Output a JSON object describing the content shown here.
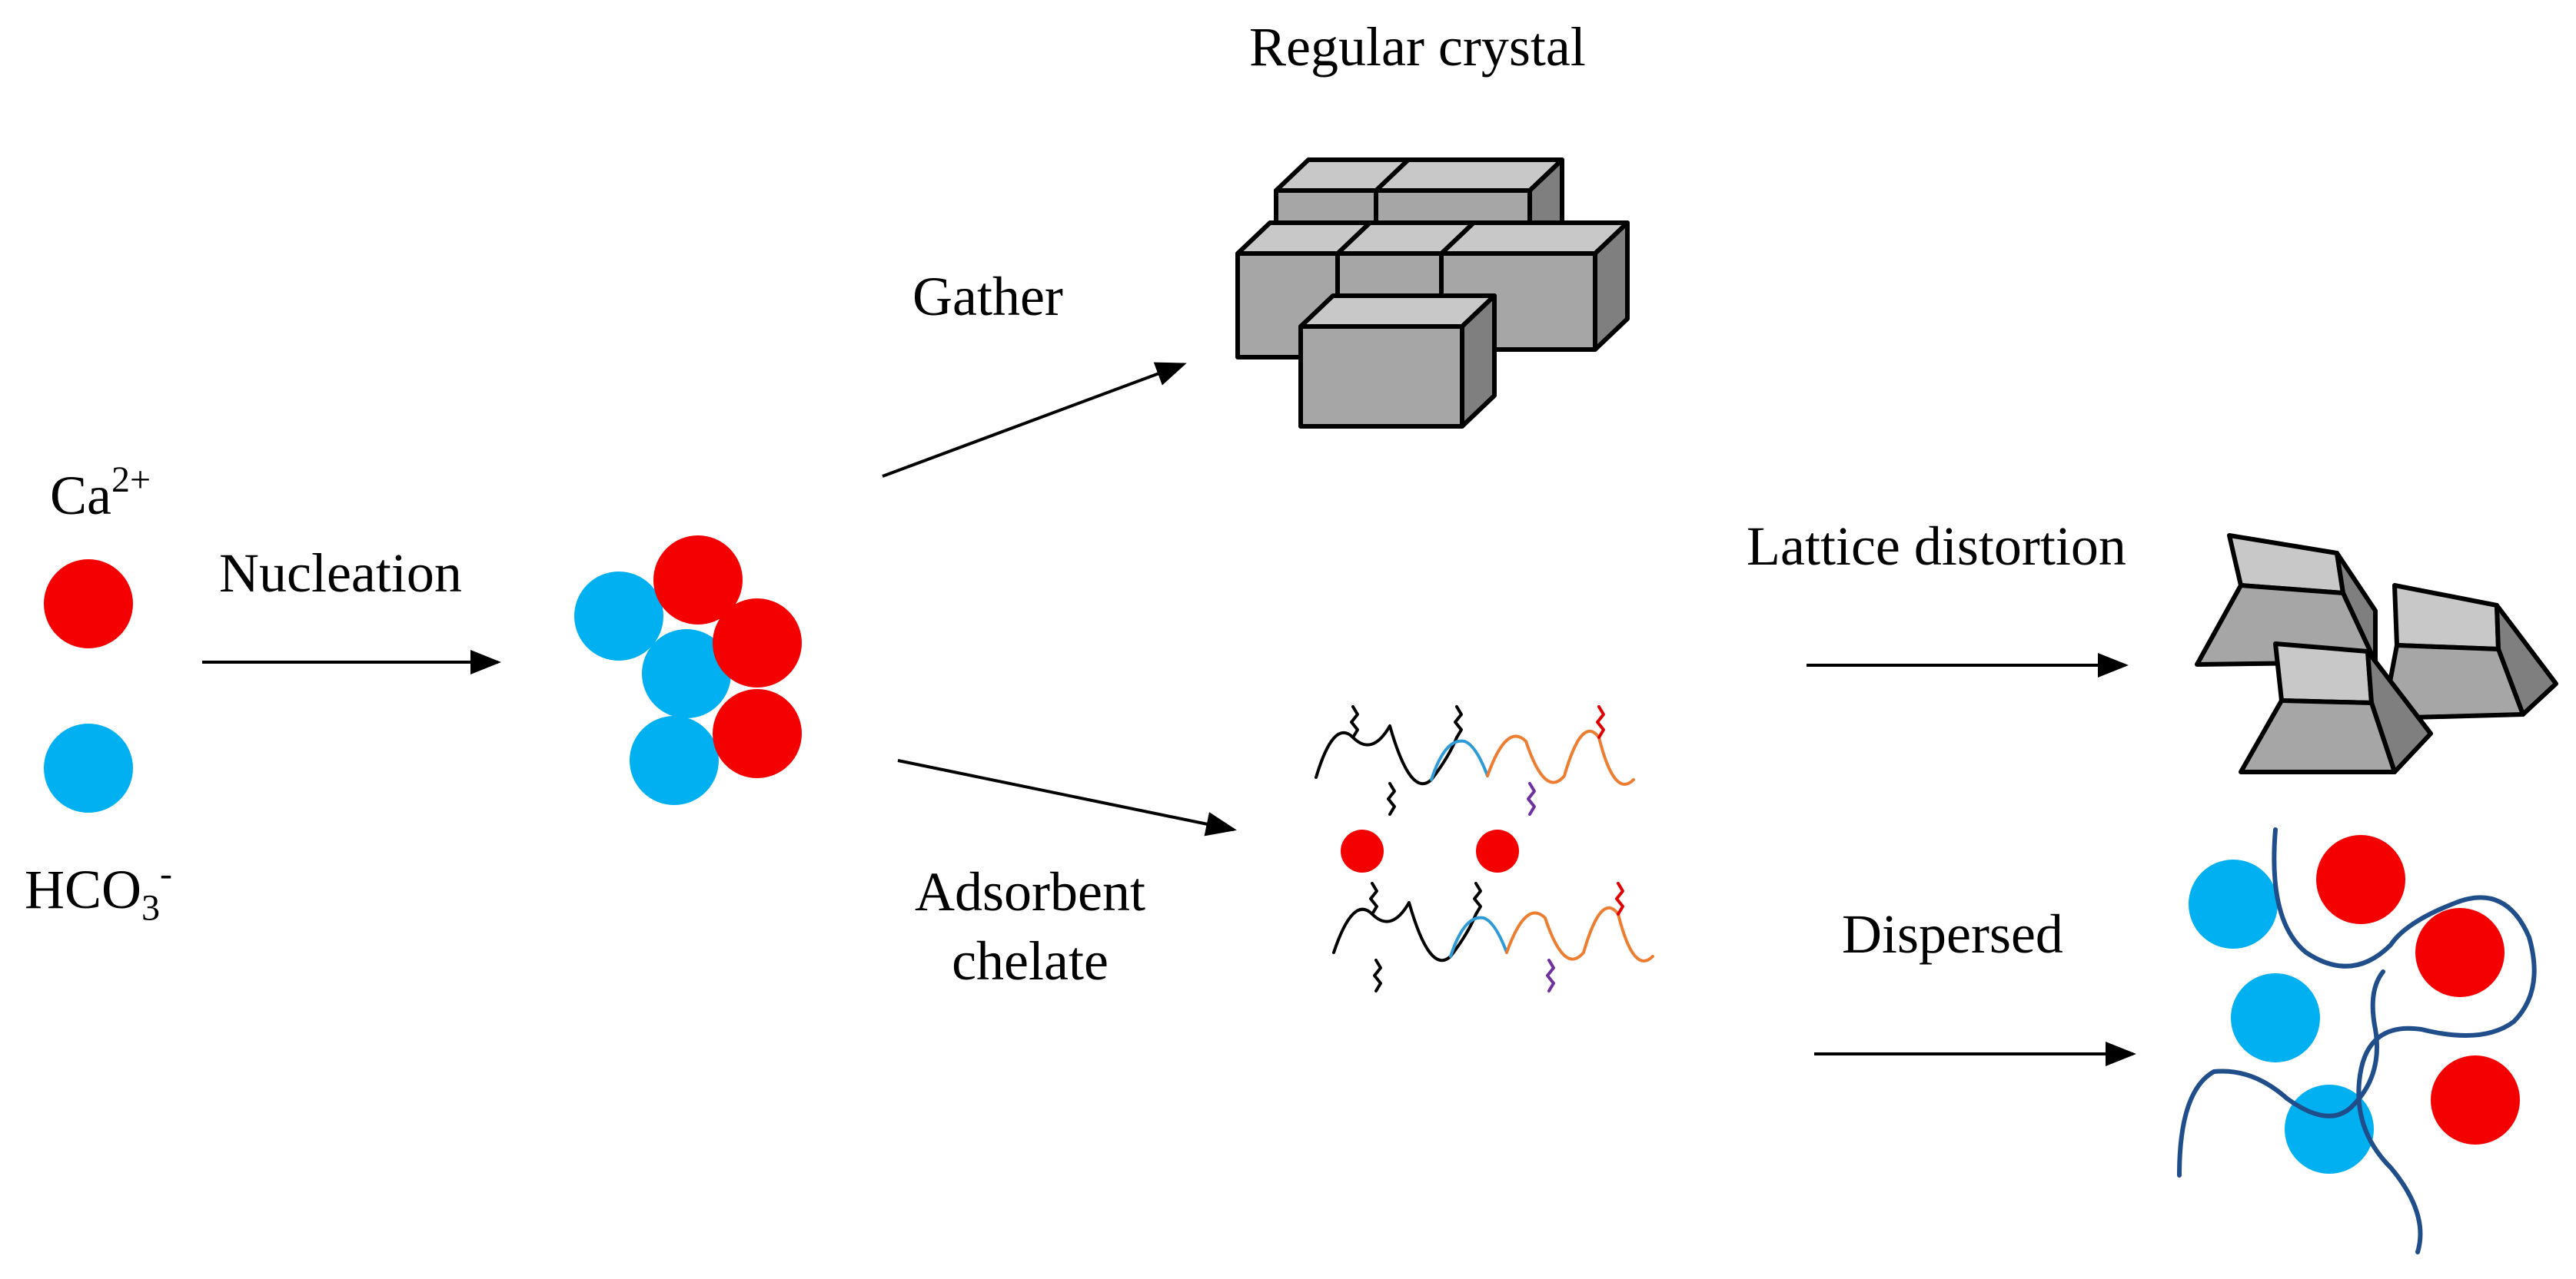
{
  "colors": {
    "calcium": "#f40000",
    "bicarbonate": "#00b0f0",
    "crystal_face": "#a6a6a6",
    "crystal_top": "#c8c8c8",
    "crystal_side": "#7f7f7f",
    "polymer": "#1f4e8a",
    "chain_black": "#000000",
    "chain_blue": "#2e9bd6",
    "chain_orange": "#ed7d31",
    "chain_red": "#e00000",
    "chain_purple": "#7030a0"
  },
  "labels": {
    "ca_base": "Ca",
    "ca_sup": "2+",
    "hco3_base": "HCO",
    "hco3_sub": "3",
    "hco3_sup": "-",
    "nucleation": "Nucleation",
    "gather": "Gather",
    "regular_crystal": "Regular crystal",
    "adsorbent_line1": "Adsorbent",
    "adsorbent_line2": "chelate",
    "lattice_distortion": "Lattice distortion",
    "dispersed": "Dispersed"
  },
  "icons": {
    "ca_ion": "red-circle",
    "hco3_ion": "blue-circle",
    "nucleus": "ion-cluster",
    "regular_crystal": "stacked-cuboids",
    "chelate": "polymer-chains-with-ions",
    "distorted_crystal": "distorted-prisms",
    "dispersed": "ions-separated-by-polymer"
  }
}
